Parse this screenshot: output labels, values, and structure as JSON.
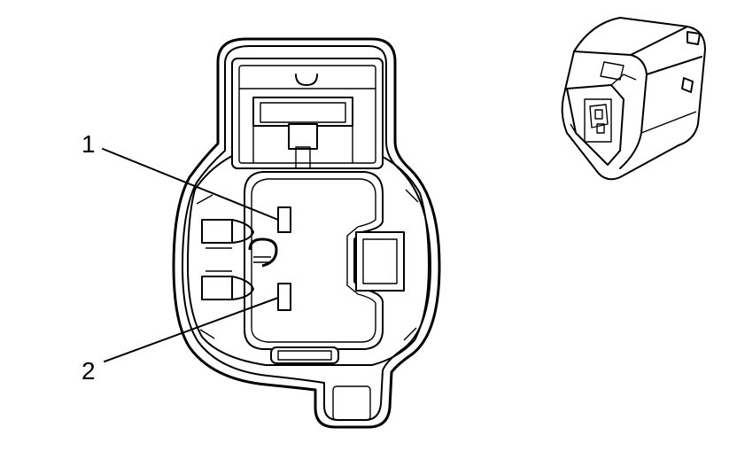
{
  "diagram": {
    "callouts": [
      {
        "id": 1,
        "label": "1"
      },
      {
        "id": 2,
        "label": "2"
      }
    ],
    "colors": {
      "line": "#000000",
      "background": "#ffffff"
    }
  }
}
